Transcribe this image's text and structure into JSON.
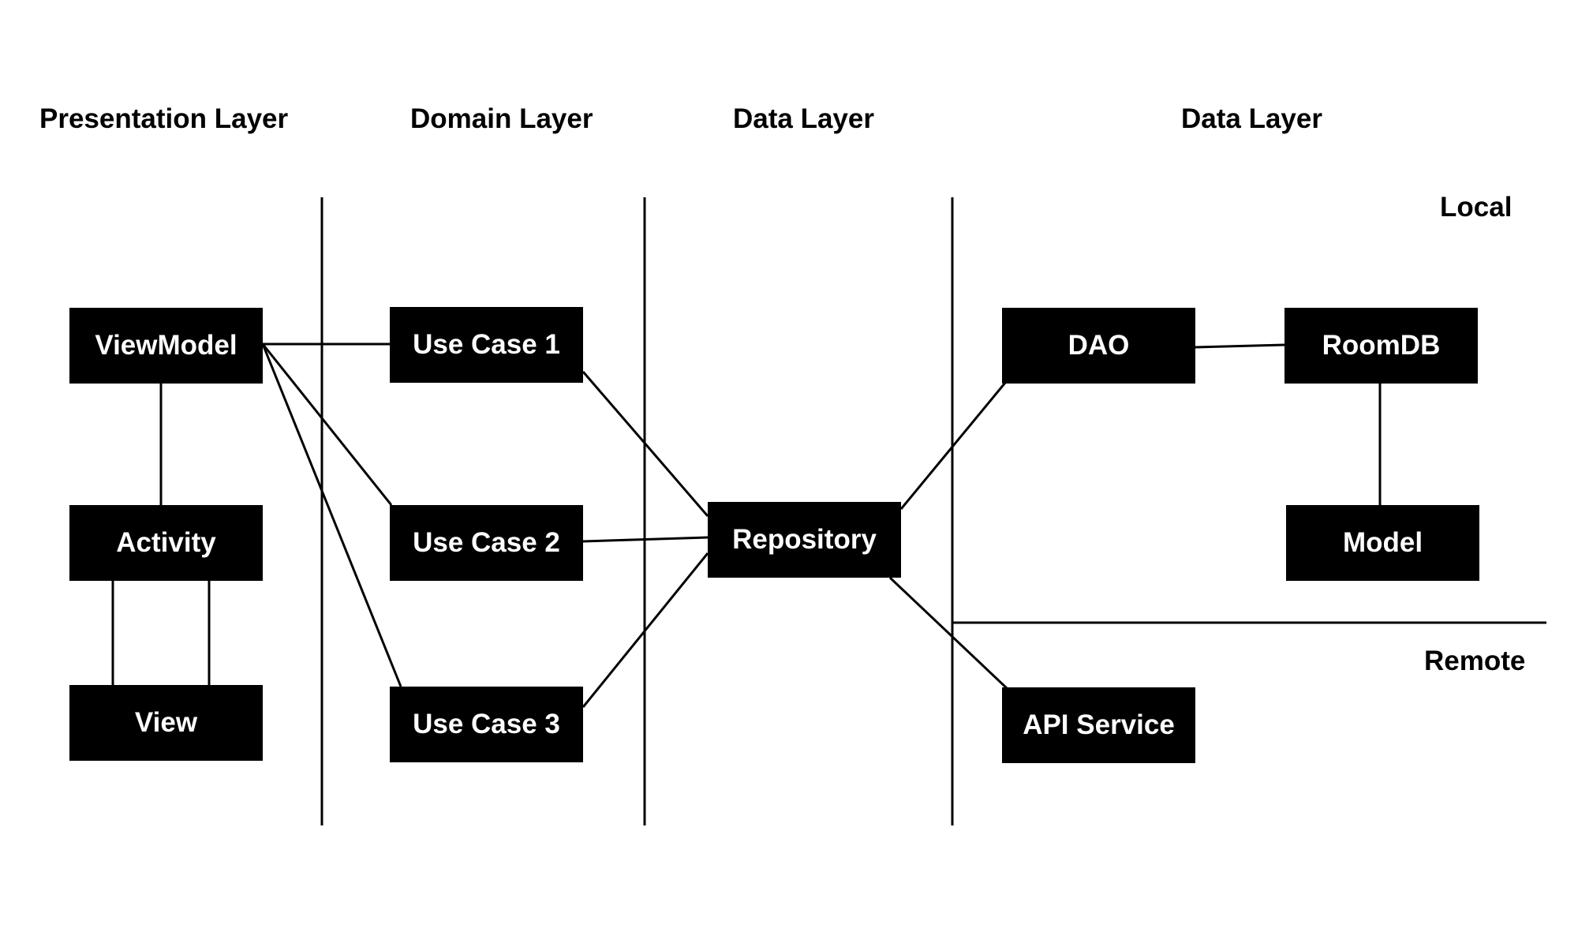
{
  "headers": {
    "presentation": "Presentation Layer",
    "domain": "Domain Layer",
    "data": "Data Layer",
    "data_secondary": "Data Layer"
  },
  "sections": {
    "local": "Local",
    "remote": "Remote"
  },
  "nodes": {
    "viewmodel": "ViewModel",
    "activity": "Activity",
    "view": "View",
    "use_case_1": "Use Case 1",
    "use_case_2": "Use Case 2",
    "use_case_3": "Use Case 3",
    "repository": "Repository",
    "dao": "DAO",
    "roomdb": "RoomDB",
    "model": "Model",
    "api_service": "API Service"
  },
  "edges": [
    [
      "viewmodel",
      "activity"
    ],
    [
      "activity",
      "view"
    ],
    [
      "viewmodel",
      "use_case_1"
    ],
    [
      "viewmodel",
      "use_case_2"
    ],
    [
      "viewmodel",
      "use_case_3"
    ],
    [
      "use_case_1",
      "repository"
    ],
    [
      "use_case_2",
      "repository"
    ],
    [
      "use_case_3",
      "repository"
    ],
    [
      "repository",
      "dao"
    ],
    [
      "repository",
      "api_service"
    ],
    [
      "dao",
      "roomdb"
    ],
    [
      "roomdb",
      "model"
    ]
  ],
  "colors": {
    "node_fill": "#000000",
    "node_text": "#ffffff",
    "line": "#000000",
    "background": "#ffffff"
  }
}
